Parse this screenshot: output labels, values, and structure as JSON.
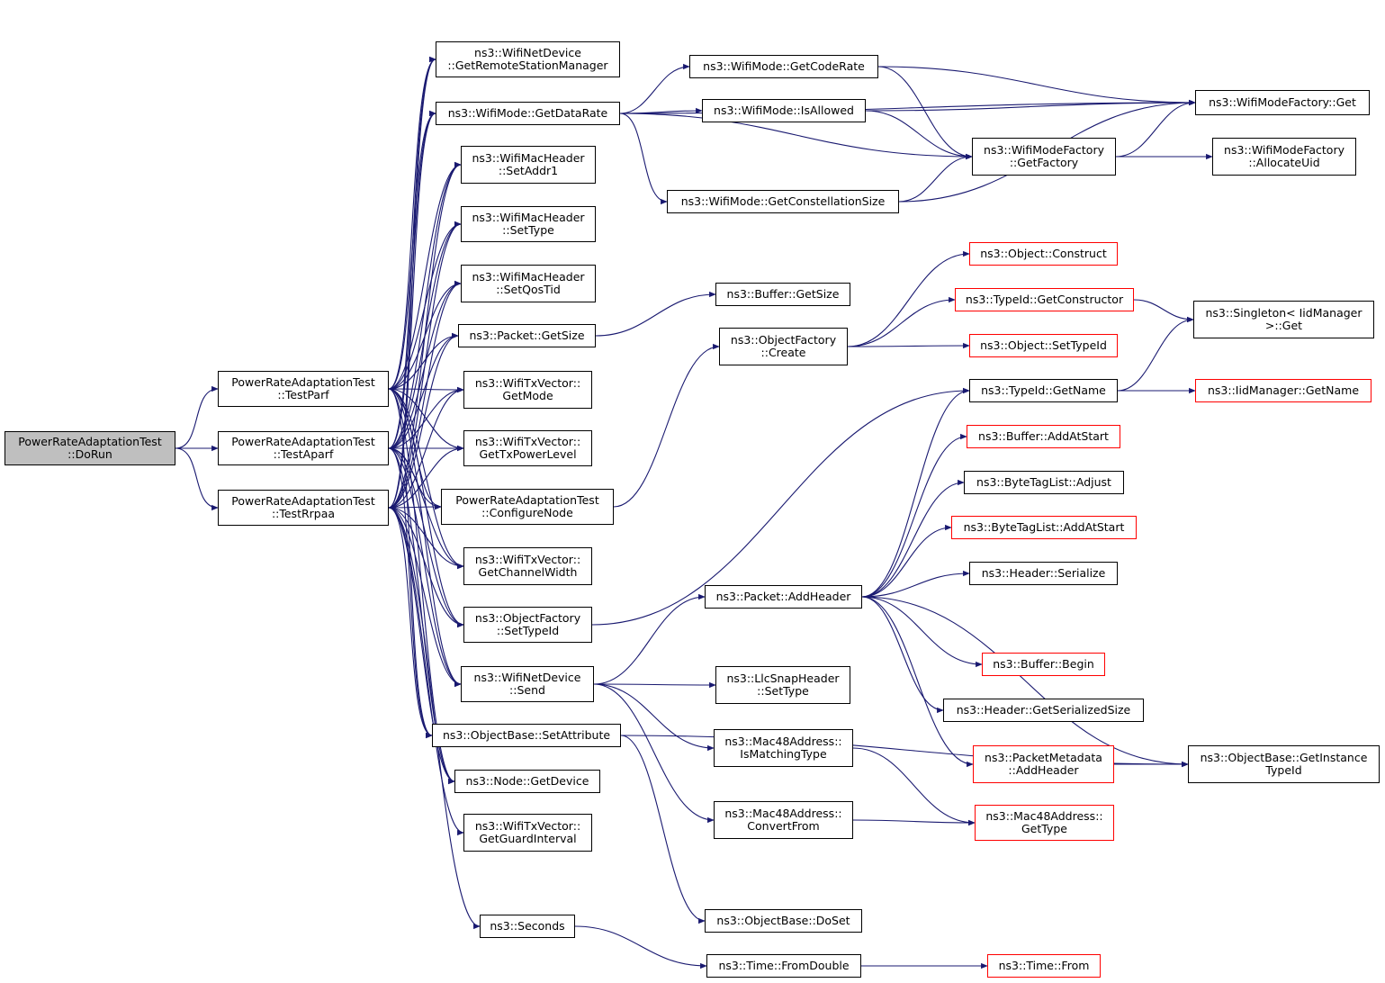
{
  "graph": {
    "edge_color": "#191970",
    "root_fill": "#bfbfbf",
    "node_border": "#000000",
    "truncated_border": "#ff0000",
    "nodes": [
      {
        "id": "dorun",
        "lines": [
          "PowerRateAdaptationTest",
          "::DoRun"
        ],
        "style": "root"
      },
      {
        "id": "testparf",
        "lines": [
          "PowerRateAdaptationTest",
          "::TestParf"
        ]
      },
      {
        "id": "testaparf",
        "lines": [
          "PowerRateAdaptationTest",
          "::TestAparf"
        ]
      },
      {
        "id": "testrrpaa",
        "lines": [
          "PowerRateAdaptationTest",
          "::TestRrpaa"
        ]
      },
      {
        "id": "getrsm",
        "lines": [
          "ns3::WifiNetDevice",
          "::GetRemoteStationManager"
        ]
      },
      {
        "id": "getdatarate",
        "lines": [
          "ns3::WifiMode::GetDataRate"
        ]
      },
      {
        "id": "setaddr1",
        "lines": [
          "ns3::WifiMacHeader",
          "::SetAddr1"
        ]
      },
      {
        "id": "settype_mac",
        "lines": [
          "ns3::WifiMacHeader",
          "::SetType"
        ]
      },
      {
        "id": "setqostid",
        "lines": [
          "ns3::WifiMacHeader",
          "::SetQosTid"
        ]
      },
      {
        "id": "packet_getsize",
        "lines": [
          "ns3::Packet::GetSize"
        ]
      },
      {
        "id": "getmode",
        "lines": [
          "ns3::WifiTxVector::",
          "GetMode"
        ]
      },
      {
        "id": "gettxpower",
        "lines": [
          "ns3::WifiTxVector::",
          "GetTxPowerLevel"
        ]
      },
      {
        "id": "configurenode",
        "lines": [
          "PowerRateAdaptationTest",
          "::ConfigureNode"
        ]
      },
      {
        "id": "getchannelwidth",
        "lines": [
          "ns3::WifiTxVector::",
          "GetChannelWidth"
        ]
      },
      {
        "id": "of_settypeid",
        "lines": [
          "ns3::ObjectFactory",
          "::SetTypeId"
        ]
      },
      {
        "id": "send",
        "lines": [
          "ns3::WifiNetDevice",
          "::Send"
        ]
      },
      {
        "id": "setattribute",
        "lines": [
          "ns3::ObjectBase::SetAttribute"
        ]
      },
      {
        "id": "getdevice",
        "lines": [
          "ns3::Node::GetDevice"
        ]
      },
      {
        "id": "getguard",
        "lines": [
          "ns3::WifiTxVector::",
          "GetGuardInterval"
        ]
      },
      {
        "id": "seconds",
        "lines": [
          "ns3::Seconds"
        ]
      },
      {
        "id": "getcoderate",
        "lines": [
          "ns3::WifiMode::GetCodeRate"
        ]
      },
      {
        "id": "isallowed",
        "lines": [
          "ns3::WifiMode::IsAllowed"
        ]
      },
      {
        "id": "getconst",
        "lines": [
          "ns3::WifiMode::GetConstellationSize"
        ]
      },
      {
        "id": "wmf_get",
        "lines": [
          "ns3::WifiModeFactory::Get"
        ]
      },
      {
        "id": "wmf_getfactory",
        "lines": [
          "ns3::WifiModeFactory",
          "::GetFactory"
        ]
      },
      {
        "id": "wmf_alloc",
        "lines": [
          "ns3::WifiModeFactory",
          "::AllocateUid"
        ]
      },
      {
        "id": "buffer_getsize",
        "lines": [
          "ns3::Buffer::GetSize"
        ]
      },
      {
        "id": "of_create",
        "lines": [
          "ns3::ObjectFactory",
          "::Create"
        ]
      },
      {
        "id": "obj_construct",
        "lines": [
          "ns3::Object::Construct"
        ],
        "style": "red"
      },
      {
        "id": "tid_getctor",
        "lines": [
          "ns3::TypeId::GetConstructor"
        ],
        "style": "red"
      },
      {
        "id": "obj_settypeid",
        "lines": [
          "ns3::Object::SetTypeId"
        ],
        "style": "red"
      },
      {
        "id": "singleton_get",
        "lines": [
          "ns3::Singleton< IidManager",
          " >::Get"
        ]
      },
      {
        "id": "tid_getname",
        "lines": [
          "ns3::TypeId::GetName"
        ]
      },
      {
        "id": "iid_getname",
        "lines": [
          "ns3::IidManager::GetName"
        ],
        "style": "red"
      },
      {
        "id": "buffer_addatstart",
        "lines": [
          "ns3::Buffer::AddAtStart"
        ],
        "style": "red"
      },
      {
        "id": "btl_adjust",
        "lines": [
          "ns3::ByteTagList::Adjust"
        ]
      },
      {
        "id": "btl_addatstart",
        "lines": [
          "ns3::ByteTagList::AddAtStart"
        ],
        "style": "red"
      },
      {
        "id": "header_serialize",
        "lines": [
          "ns3::Header::Serialize"
        ]
      },
      {
        "id": "packet_addheader",
        "lines": [
          "ns3::Packet::AddHeader"
        ]
      },
      {
        "id": "buffer_begin",
        "lines": [
          "ns3::Buffer::Begin"
        ],
        "style": "red"
      },
      {
        "id": "header_getsersize",
        "lines": [
          "ns3::Header::GetSerializedSize"
        ]
      },
      {
        "id": "pm_addheader",
        "lines": [
          "ns3::PacketMetadata",
          "::AddHeader"
        ],
        "style": "red"
      },
      {
        "id": "ob_getinstance",
        "lines": [
          "ns3::ObjectBase::GetInstance",
          "TypeId"
        ]
      },
      {
        "id": "llc_settype",
        "lines": [
          "ns3::LlcSnapHeader",
          "::SetType"
        ]
      },
      {
        "id": "mac48_ismatching",
        "lines": [
          "ns3::Mac48Address::",
          "IsMatchingType"
        ]
      },
      {
        "id": "mac48_convertfrom",
        "lines": [
          "ns3::Mac48Address::",
          "ConvertFrom"
        ]
      },
      {
        "id": "mac48_gettype",
        "lines": [
          "ns3::Mac48Address::",
          "GetType"
        ],
        "style": "red"
      },
      {
        "id": "ob_doset",
        "lines": [
          "ns3::ObjectBase::DoSet"
        ]
      },
      {
        "id": "time_fromdouble",
        "lines": [
          "ns3::Time::FromDouble"
        ]
      },
      {
        "id": "time_from",
        "lines": [
          "ns3::Time::From"
        ],
        "style": "red"
      }
    ],
    "edges": [
      [
        "dorun",
        "testparf"
      ],
      [
        "dorun",
        "testaparf"
      ],
      [
        "dorun",
        "testrrpaa"
      ],
      [
        "testparf",
        "getrsm"
      ],
      [
        "testparf",
        "getdatarate"
      ],
      [
        "testparf",
        "setaddr1"
      ],
      [
        "testparf",
        "settype_mac"
      ],
      [
        "testparf",
        "setqostid"
      ],
      [
        "testparf",
        "packet_getsize"
      ],
      [
        "testparf",
        "getmode"
      ],
      [
        "testparf",
        "gettxpower"
      ],
      [
        "testparf",
        "configurenode"
      ],
      [
        "testparf",
        "getchannelwidth"
      ],
      [
        "testparf",
        "of_settypeid"
      ],
      [
        "testparf",
        "send"
      ],
      [
        "testparf",
        "setattribute"
      ],
      [
        "testparf",
        "getdevice"
      ],
      [
        "testaparf",
        "getrsm"
      ],
      [
        "testaparf",
        "getdatarate"
      ],
      [
        "testaparf",
        "setaddr1"
      ],
      [
        "testaparf",
        "settype_mac"
      ],
      [
        "testaparf",
        "setqostid"
      ],
      [
        "testaparf",
        "packet_getsize"
      ],
      [
        "testaparf",
        "getmode"
      ],
      [
        "testaparf",
        "gettxpower"
      ],
      [
        "testaparf",
        "configurenode"
      ],
      [
        "testaparf",
        "getchannelwidth"
      ],
      [
        "testaparf",
        "of_settypeid"
      ],
      [
        "testaparf",
        "send"
      ],
      [
        "testaparf",
        "setattribute"
      ],
      [
        "testaparf",
        "getdevice"
      ],
      [
        "testrrpaa",
        "getrsm"
      ],
      [
        "testrrpaa",
        "getdatarate"
      ],
      [
        "testrrpaa",
        "setaddr1"
      ],
      [
        "testrrpaa",
        "settype_mac"
      ],
      [
        "testrrpaa",
        "setqostid"
      ],
      [
        "testrrpaa",
        "packet_getsize"
      ],
      [
        "testrrpaa",
        "getmode"
      ],
      [
        "testrrpaa",
        "gettxpower"
      ],
      [
        "testrrpaa",
        "configurenode"
      ],
      [
        "testrrpaa",
        "getchannelwidth"
      ],
      [
        "testrrpaa",
        "of_settypeid"
      ],
      [
        "testrrpaa",
        "send"
      ],
      [
        "testrrpaa",
        "setattribute"
      ],
      [
        "testrrpaa",
        "getdevice"
      ],
      [
        "testrrpaa",
        "getguard"
      ],
      [
        "testrrpaa",
        "seconds"
      ],
      [
        "getdatarate",
        "getcoderate"
      ],
      [
        "getdatarate",
        "isallowed"
      ],
      [
        "getdatarate",
        "getconst"
      ],
      [
        "getdatarate",
        "wmf_get"
      ],
      [
        "getdatarate",
        "wmf_getfactory"
      ],
      [
        "getcoderate",
        "wmf_get"
      ],
      [
        "getcoderate",
        "wmf_getfactory"
      ],
      [
        "isallowed",
        "wmf_get"
      ],
      [
        "isallowed",
        "wmf_getfactory"
      ],
      [
        "getconst",
        "wmf_getfactory"
      ],
      [
        "getconst",
        "wmf_get"
      ],
      [
        "wmf_getfactory",
        "wmf_get"
      ],
      [
        "wmf_getfactory",
        "wmf_alloc"
      ],
      [
        "packet_getsize",
        "buffer_getsize"
      ],
      [
        "configurenode",
        "of_create"
      ],
      [
        "of_create",
        "obj_construct"
      ],
      [
        "of_create",
        "tid_getctor"
      ],
      [
        "of_create",
        "obj_settypeid"
      ],
      [
        "tid_getctor",
        "singleton_get"
      ],
      [
        "of_settypeid",
        "tid_getname"
      ],
      [
        "tid_getname",
        "singleton_get"
      ],
      [
        "tid_getname",
        "iid_getname"
      ],
      [
        "send",
        "packet_addheader"
      ],
      [
        "send",
        "llc_settype"
      ],
      [
        "send",
        "mac48_ismatching"
      ],
      [
        "send",
        "mac48_convertfrom"
      ],
      [
        "packet_addheader",
        "tid_getname"
      ],
      [
        "packet_addheader",
        "buffer_addatstart"
      ],
      [
        "packet_addheader",
        "btl_adjust"
      ],
      [
        "packet_addheader",
        "btl_addatstart"
      ],
      [
        "packet_addheader",
        "header_serialize"
      ],
      [
        "packet_addheader",
        "buffer_begin"
      ],
      [
        "packet_addheader",
        "header_getsersize"
      ],
      [
        "packet_addheader",
        "pm_addheader"
      ],
      [
        "packet_addheader",
        "ob_getinstance"
      ],
      [
        "pm_addheader",
        "ob_getinstance"
      ],
      [
        "mac48_ismatching",
        "mac48_gettype"
      ],
      [
        "mac48_convertfrom",
        "mac48_gettype"
      ],
      [
        "setattribute",
        "ob_doset"
      ],
      [
        "setattribute",
        "ob_getinstance"
      ],
      [
        "seconds",
        "time_fromdouble"
      ],
      [
        "time_fromdouble",
        "time_from"
      ]
    ]
  }
}
